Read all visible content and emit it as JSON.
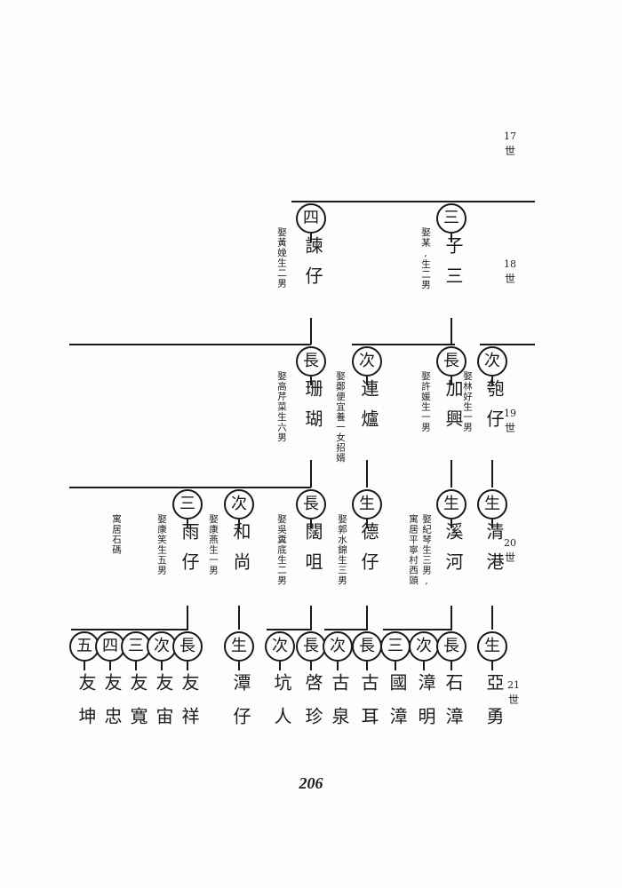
{
  "generations": [
    {
      "num": "17",
      "label": "世"
    },
    {
      "num": "18",
      "label": "世"
    },
    {
      "num": "19",
      "label": "世"
    },
    {
      "num": "20",
      "label": "世"
    },
    {
      "num": "21",
      "label": "世"
    }
  ],
  "gen18": [
    {
      "order": "四",
      "name": "諫仔",
      "note": "娶黃娩生二男"
    },
    {
      "order": "三",
      "name": "子三",
      "note": "娶某,生二男"
    }
  ],
  "gen19": [
    {
      "order": "長",
      "name": "珊瑚",
      "note": "娶高芹菜生六男"
    },
    {
      "order": "次",
      "name": "連爐",
      "note": "娶鄭便宜養一女招婿"
    },
    {
      "order": "長",
      "name": "加興",
      "note": "娶許媛生一男"
    },
    {
      "order": "次",
      "name": "匏仔",
      "note": "娶林好生一男"
    }
  ],
  "gen20": [
    {
      "order": "三",
      "name": "雨仔",
      "note": "娶康笑生五男",
      "note2": "寓居石碼"
    },
    {
      "order": "次",
      "name": "和尚",
      "note": "娶康燕生一男"
    },
    {
      "order": "長",
      "name": "闊咀",
      "note": "娶吳糞底生二男"
    },
    {
      "order": "生",
      "name": "德仔",
      "note": "娶郭水錦生三男"
    },
    {
      "order": "生",
      "name": "溪河",
      "note": "娶紀琴生三男,",
      "note2": "寓居平寧村西頭"
    },
    {
      "order": "生",
      "name": "清港",
      "note": ""
    }
  ],
  "gen21": [
    {
      "order": "五",
      "name": "友坤"
    },
    {
      "order": "四",
      "name": "友忠"
    },
    {
      "order": "三",
      "name": "友寬"
    },
    {
      "order": "次",
      "name": "友宙"
    },
    {
      "order": "長",
      "name": "友祥"
    },
    {
      "order": "生",
      "name": "潭仔"
    },
    {
      "order": "次",
      "name": "坑人"
    },
    {
      "order": "長",
      "name": "啓珍"
    },
    {
      "order": "次",
      "name": "古泉"
    },
    {
      "order": "長",
      "name": "古耳"
    },
    {
      "order": "三",
      "name": "國漳"
    },
    {
      "order": "次",
      "name": "漳明"
    },
    {
      "order": "長",
      "name": "石漳"
    },
    {
      "order": "生",
      "name": "亞勇"
    }
  ],
  "page_number": "206"
}
